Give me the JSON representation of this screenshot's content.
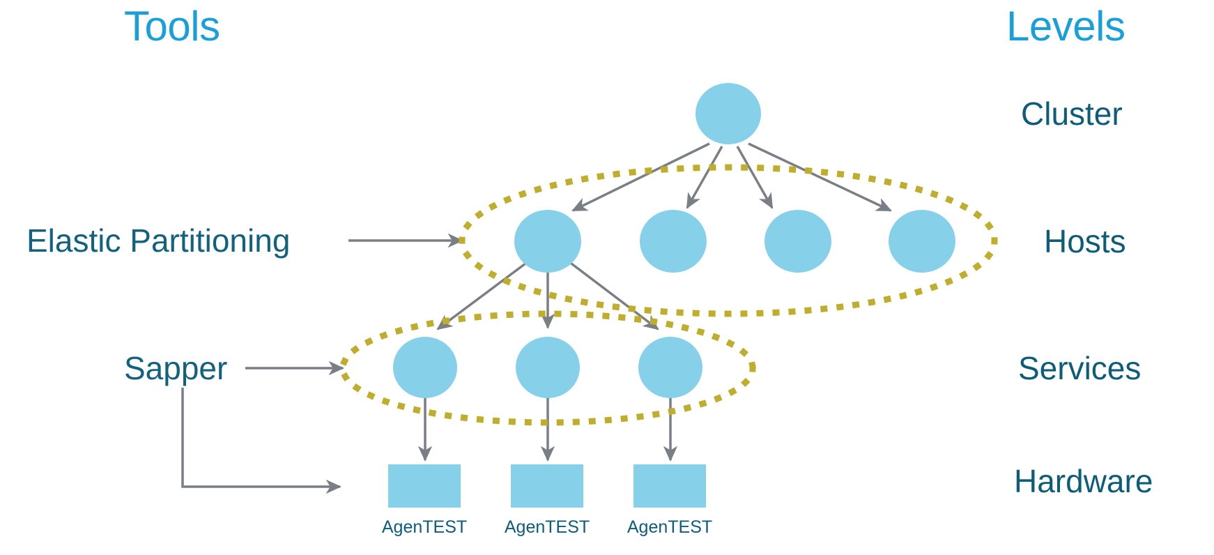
{
  "titles": {
    "tools": "Tools",
    "levels": "Levels"
  },
  "colors": {
    "title_blue": "#1a9fd9",
    "label_teal": "#0d5c7a",
    "node_blue": "#86d0ea",
    "group_outline": "#bfae2e",
    "connector_gray": "#7a7f85"
  },
  "levels": [
    {
      "id": "cluster",
      "label": "Cluster"
    },
    {
      "id": "hosts",
      "label": "Hosts"
    },
    {
      "id": "services",
      "label": "Services"
    },
    {
      "id": "hardware",
      "label": "Hardware"
    }
  ],
  "tools": [
    {
      "id": "elastic-partitioning",
      "label": "Elastic Partitioning",
      "targets": [
        "hosts"
      ]
    },
    {
      "id": "sapper",
      "label": "Sapper",
      "targets": [
        "services",
        "hardware"
      ]
    }
  ],
  "nodes": {
    "cluster": [
      {
        "id": "cluster-1",
        "shape": "circle"
      }
    ],
    "hosts": [
      {
        "id": "host-1",
        "shape": "circle"
      },
      {
        "id": "host-2",
        "shape": "circle"
      },
      {
        "id": "host-3",
        "shape": "circle"
      },
      {
        "id": "host-4",
        "shape": "circle"
      }
    ],
    "services": [
      {
        "id": "service-1",
        "shape": "circle"
      },
      {
        "id": "service-2",
        "shape": "circle"
      },
      {
        "id": "service-3",
        "shape": "circle"
      }
    ],
    "hardware": [
      {
        "id": "hardware-1",
        "shape": "rect",
        "label": "AgenTEST"
      },
      {
        "id": "hardware-2",
        "shape": "rect",
        "label": "AgenTEST"
      },
      {
        "id": "hardware-3",
        "shape": "rect",
        "label": "AgenTEST"
      }
    ]
  },
  "groups": [
    {
      "id": "hosts-group",
      "style": "dotted-ellipse"
    },
    {
      "id": "services-group",
      "style": "dotted-ellipse"
    }
  ]
}
